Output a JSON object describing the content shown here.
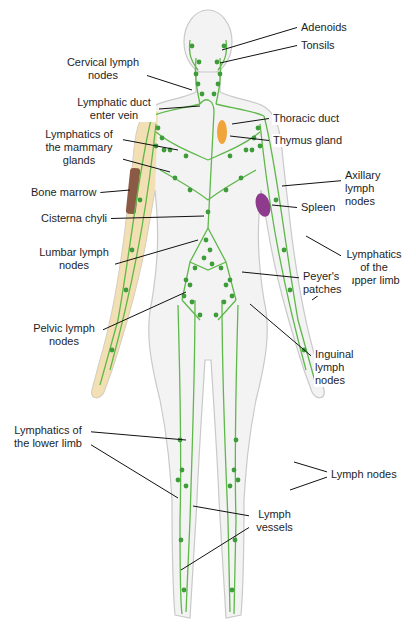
{
  "diagram": {
    "labels": [
      "Cervical lymph nodes",
      "Adenoids",
      "Tonsils",
      "Lymphatic duct enter vein",
      "Thoracic duct",
      "Thymus gland",
      "Lymphatics of the mammary glands",
      "Axillary lymph nodes",
      "Bone marrow",
      "Spleen",
      "Cisterna chyli",
      "Lumbar lymph nodes",
      "Lymphatics of the upper limb",
      "Peyer's patches",
      "Pelvic lymph nodes",
      "Inguinal lymph nodes",
      "Lymphatics of the lower limb",
      "Lymph nodes",
      "Lymph vessels"
    ]
  }
}
